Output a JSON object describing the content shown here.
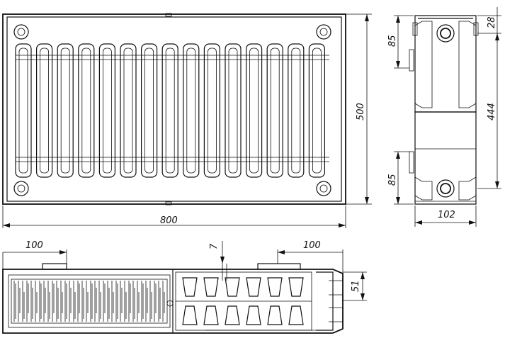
{
  "drawing": {
    "dimensions": {
      "width": "800",
      "height": "500",
      "depth": "102",
      "top_offset": "28",
      "connection_spacing": "444",
      "upper_connection": "85",
      "lower_connection": "85",
      "left_connection": "100",
      "right_connection": "100",
      "gap": "7",
      "section_height": "51"
    },
    "colors": {
      "line": "#111111",
      "background": "#ffffff"
    }
  }
}
